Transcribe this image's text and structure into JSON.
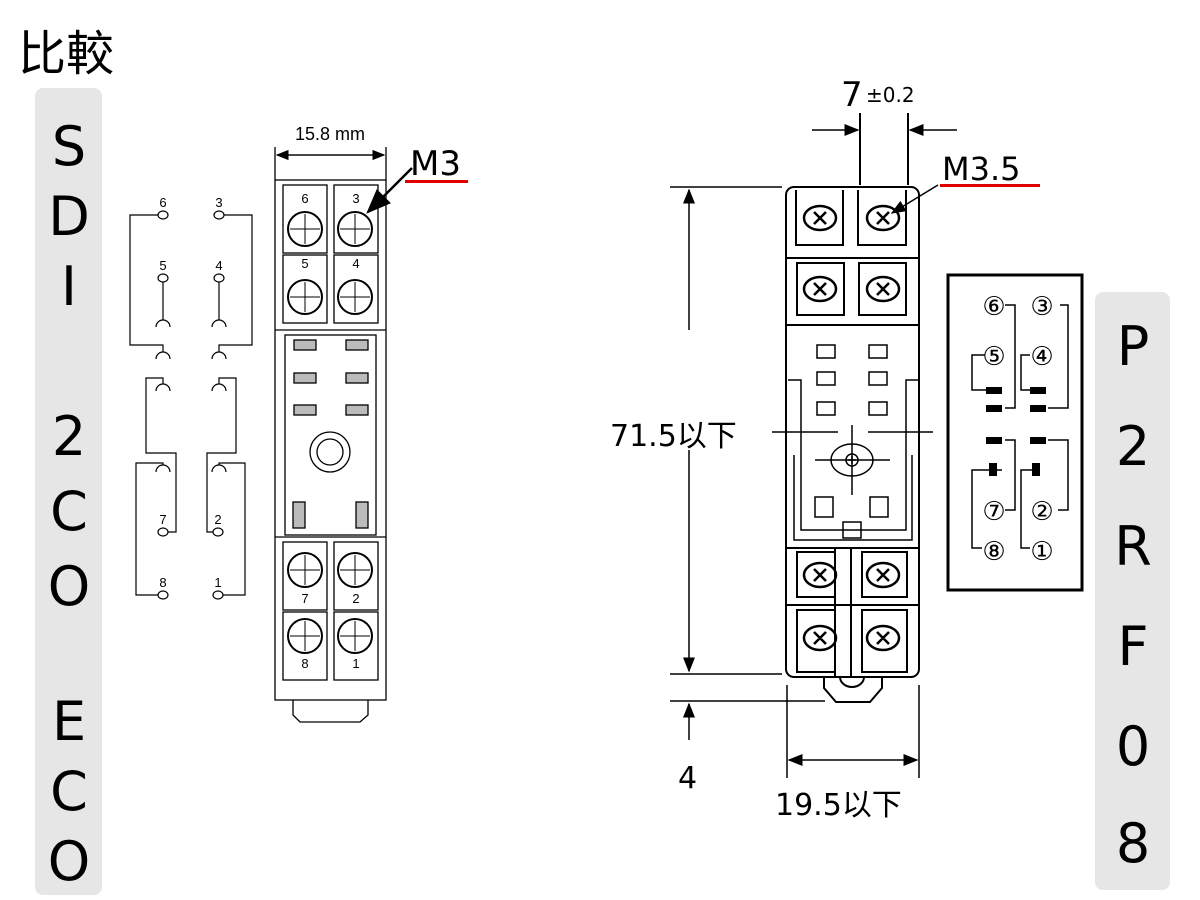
{
  "title": "比較",
  "left_model": {
    "label_chars": [
      "S",
      "D",
      "I",
      "2",
      "C",
      "O",
      "E",
      "C",
      "O"
    ]
  },
  "right_model": {
    "label_chars": [
      "P",
      "2",
      "R",
      "F",
      "0",
      "8"
    ]
  },
  "left_socket": {
    "width_dim": "15.8 mm",
    "screw_label": "M3",
    "terminal_labels": [
      "6",
      "3",
      "5",
      "4",
      "7",
      "2",
      "8",
      "1"
    ],
    "schematic_labels": [
      "6",
      "3",
      "5",
      "4",
      "7",
      "2",
      "8",
      "1"
    ]
  },
  "right_socket": {
    "pitch_dim": "7",
    "pitch_tol": "±0.2",
    "screw_label": "M3.5",
    "height_dim": "71.5以下",
    "clip_dim": "4",
    "width_dim": "19.5以下",
    "pin_labels": [
      "⑥",
      "③",
      "⑤",
      "④",
      "⑦",
      "②",
      "⑧",
      "①"
    ]
  },
  "colors": {
    "panel": "#e6e6e6",
    "underline": "#e00000"
  }
}
